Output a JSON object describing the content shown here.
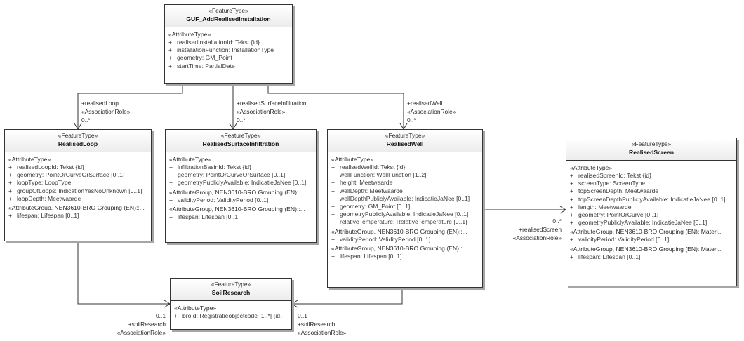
{
  "stereo": {
    "feature_type": "«FeatureType»",
    "attribute_type": "«AttributeType»",
    "association_role": "«AssociationRole»"
  },
  "classes": {
    "guf": {
      "name": "GUF_AddRealisedInstallation",
      "attributes": [
        "realisedInstallationId: Tekst {id}",
        "installationFunction: InstallationType",
        "geometry: GM_Point",
        "startTime: PartialDate"
      ]
    },
    "loop": {
      "name": "RealisedLoop",
      "attributes": [
        "realisedLoopId: Tekst {id}",
        "geometry: PointOrCurveOrSurface [0..1]",
        "loopType: LoopType",
        "groupOfLoops: IndicationYesNoUnknown [0..1]",
        "loopDepth: Meetwaarde"
      ],
      "groups": [
        {
          "title": "«AttributeGroup, NEN3610-BRO Grouping (EN)::...",
          "attributes": [
            "lifespan: Lifespan [0..1]"
          ]
        }
      ]
    },
    "surface": {
      "name": "RealisedSurfaceInfiltration",
      "attributes": [
        "infiltrationBasinId: Tekst {id}",
        "geometry: PointOrCurveOrSurface [0..1]",
        "geometryPubliclyAvailable: IndicatieJaNee [0..1]"
      ],
      "groups": [
        {
          "title": "«AttributeGroup, NEN3610-BRO Grouping (EN):...",
          "attributes": [
            "validityPeriod: ValidityPeriod [0..1]"
          ]
        },
        {
          "title": "«AttributeGroup, NEN3610-BRO Grouping (EN)::...",
          "attributes": [
            "lifespan: Lifespan [0..1]"
          ]
        }
      ]
    },
    "well": {
      "name": "RealisedWell",
      "attributes": [
        "realisedWellId: Tekst {id}",
        "wellFunction: WellFunction [1..2]",
        "height: Meetwaarde",
        "wellDepth: Meetwaarde",
        "wellDepthPubliclyAvailable: IndicatieJaNee [0..1]",
        "geometry: GM_Point [0..1]",
        "geometryPubliclyAvailable: IndicatieJaNee [0..1]",
        "relativeTemperature: RelativeTemperature [0..1]"
      ],
      "groups": [
        {
          "title": "«AttributeGroup, NEN3610-BRO Grouping (EN)::...",
          "attributes": [
            "validityPeriod: ValidityPeriod [0..1]"
          ]
        },
        {
          "title": "«AttributeGroup, NEN3610-BRO Grouping (EN)::...",
          "attributes": [
            "lifespan: Lifespan [0..1]"
          ]
        }
      ]
    },
    "screen": {
      "name": "RealisedScreen",
      "attributes": [
        "realisedScreenId: Tekst {id}",
        "screenType: ScreenType",
        "topScreenDepth: Meetwaarde",
        "topScreenDepthPubliclyAvailable: IndicatieJaNee [0..1]",
        "length: Meetwaarde",
        "geometry: PointOrCurve [0..1]",
        "geometryPubliclyAvailable: IndicatieJaNee [0..1]"
      ],
      "groups": [
        {
          "title": "«AttributeGroup, NEN3610-BRO Grouping (EN)::Materi...",
          "attributes": [
            "validityPeriod: ValidityPeriod [0..1]"
          ]
        },
        {
          "title": "«AttributeGroup, NEN3610-BRO Grouping (EN)::Materi...",
          "attributes": [
            "lifespan: Lifespan [0..1]"
          ]
        }
      ]
    },
    "soil": {
      "name": "SoilResearch",
      "attributes": [
        "broId: Registratieobjectcode [1..*] {id}"
      ]
    }
  },
  "associations": {
    "loop": {
      "role": "+realisedLoop",
      "multiplicity": "0..*"
    },
    "surface": {
      "role": "+realisedSurfaceInfiltration",
      "multiplicity": "0..*"
    },
    "well": {
      "role": "+realisedWell",
      "multiplicity": "0..*"
    },
    "screen": {
      "role": "+realisedScreen",
      "multiplicity": "0..*"
    },
    "soil_left": {
      "role": "+soilResearch",
      "multiplicity": "0..1"
    },
    "soil_right": {
      "role": "+soilResearch",
      "multiplicity": "0..1"
    }
  },
  "plus_sign": "+"
}
